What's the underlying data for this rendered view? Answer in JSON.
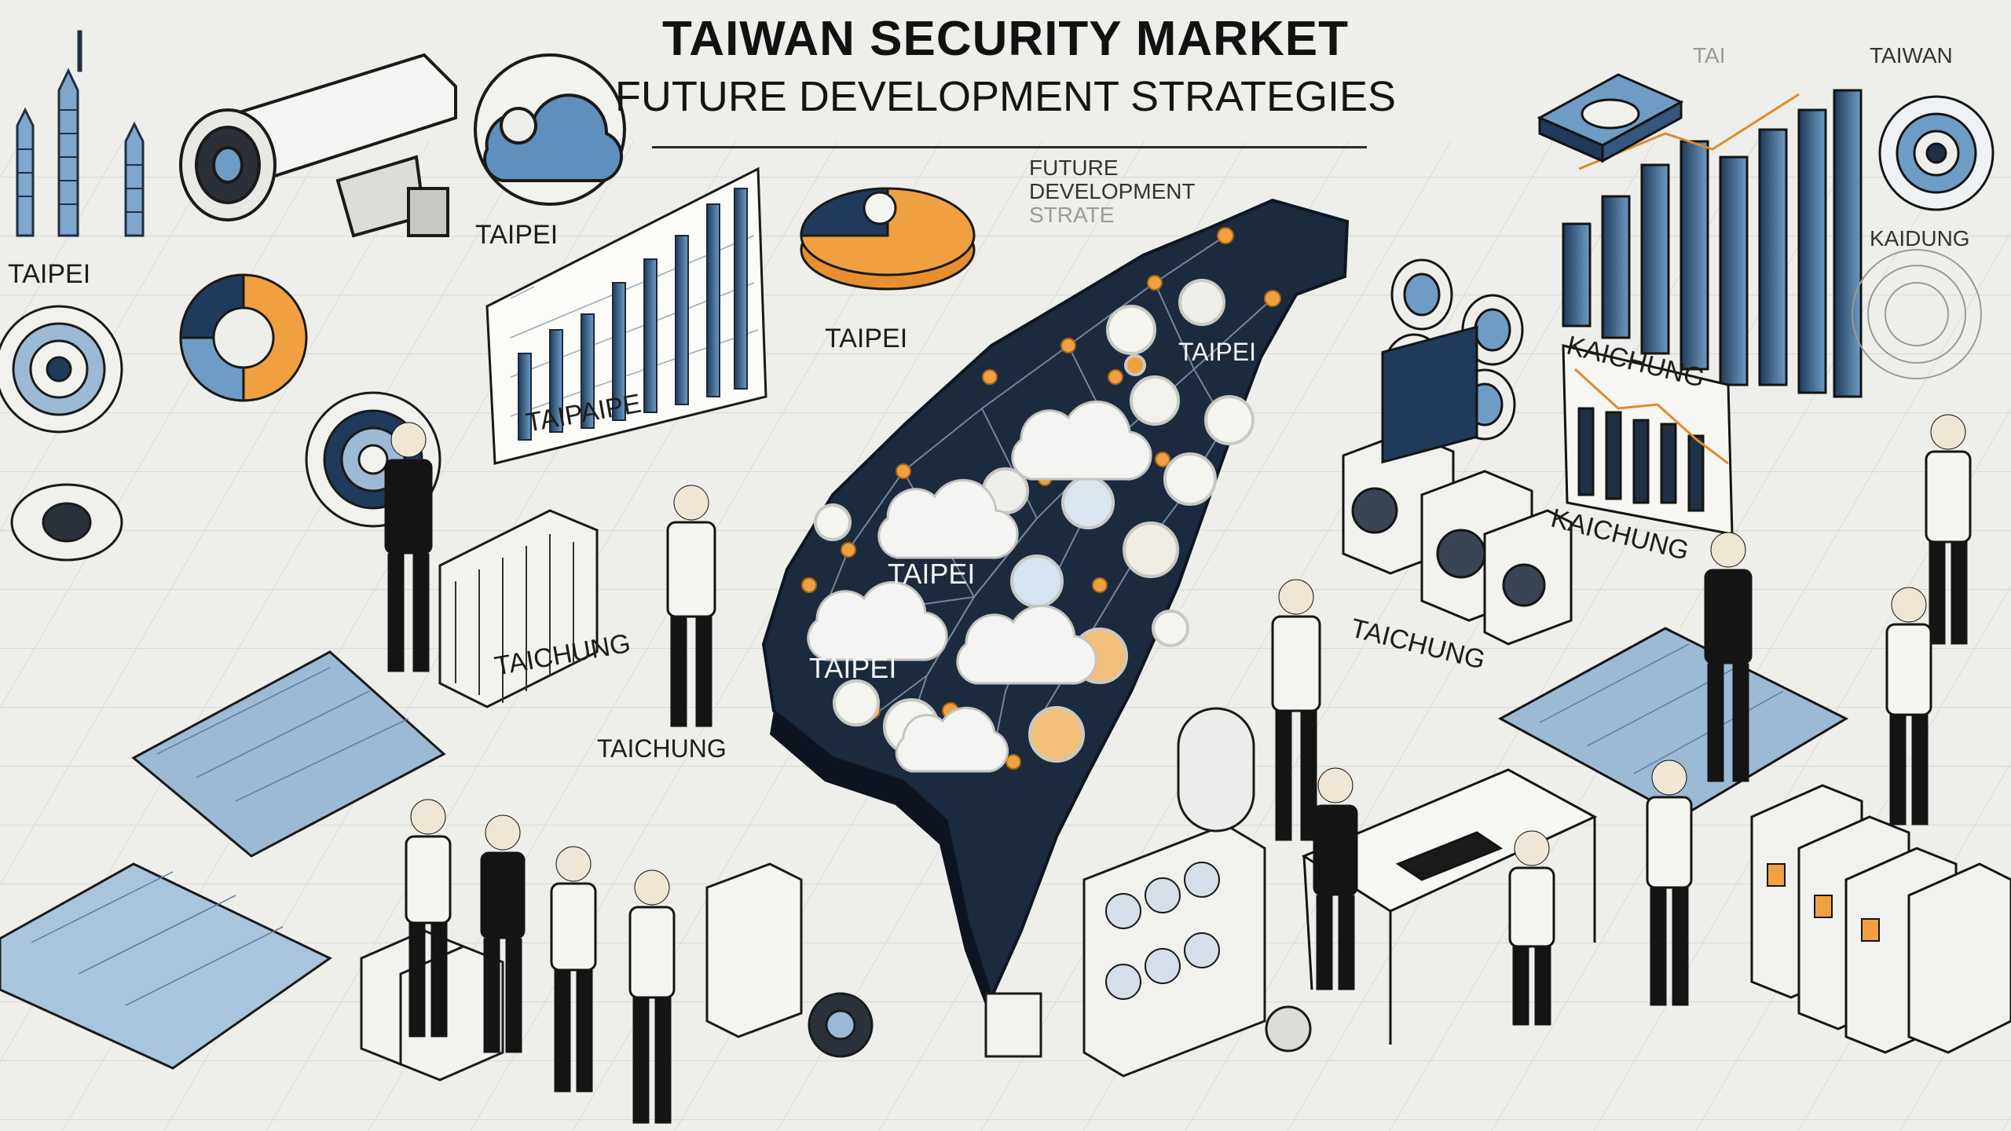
{
  "title": {
    "line1": "TAIWAN SECURITY MARKET",
    "line2": "FUTURE DEVELOPMENT STRATEGIES"
  },
  "callout": {
    "line1": "FUTURE",
    "line2": "DEVELOPMENT",
    "line3": "STRATE"
  },
  "labels": {
    "taipei_cloud": "TAIPEI",
    "taipei_left": "TAIPEI",
    "taipei_center": "TAIPEI",
    "taipei_map_north": "TAIPEI",
    "taipei_map_mid": "TAIPEI",
    "taipei_map_south": "TAIPEI",
    "taipaipe": "TAIPAIPE",
    "taichung_left": "TAICHUNG",
    "taichung_mid": "TAICHUNG",
    "taichung_right": "TAICHUNG",
    "kaichung_1": "KAICHUNG",
    "kaichung_2": "KAICHUNG",
    "kaidung": "KAIDUNG",
    "taiwan_corner": "TAIWAN",
    "tai_corner": "TAI"
  },
  "colors": {
    "background": "#eeeeea",
    "map_navy": "#1c2a3e",
    "accent_orange": "#f0a040",
    "accent_blue": "#6f9cc4",
    "ink": "#161616"
  }
}
